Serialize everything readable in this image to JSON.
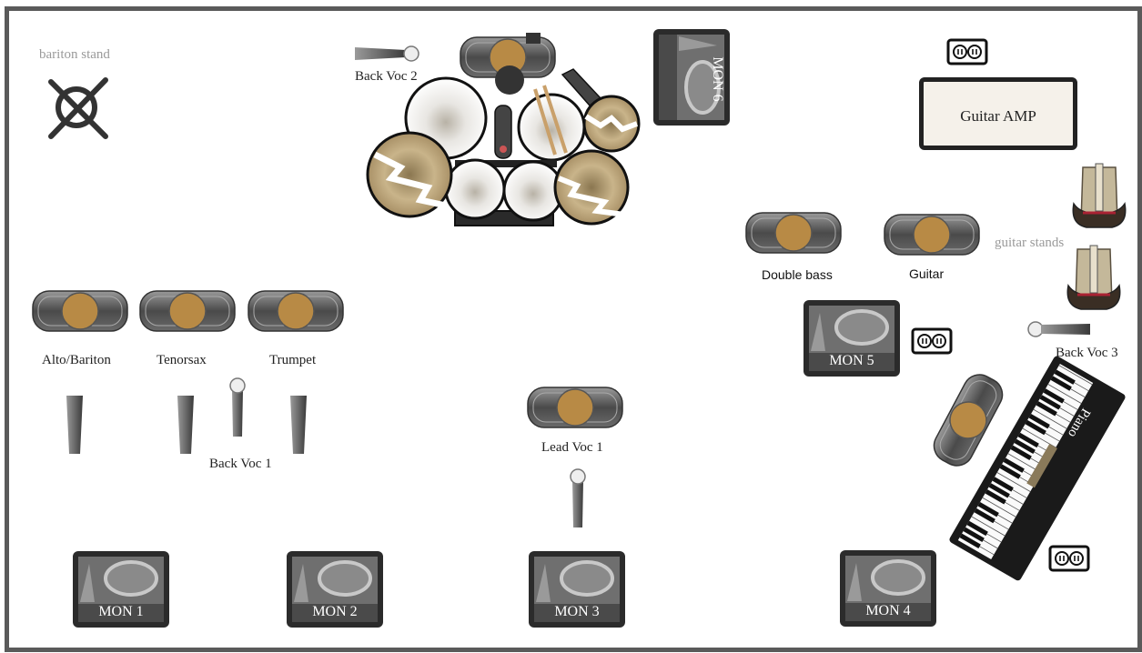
{
  "labels": {
    "bariton_stand": "bariton stand",
    "back_voc_2": "Back Voc 2",
    "back_voc_1": "Back Voc 1",
    "back_voc_3": "Back Voc 3",
    "alto_bariton": "Alto/Bariton",
    "tenorsax": "Tenorsax",
    "trumpet": "Trumpet",
    "lead_voc_1": "Lead Voc 1",
    "double_bass": "Double bass",
    "guitar": "Guitar",
    "guitar_stands": "guitar stands",
    "guitar_amp": "Guitar AMP",
    "piano": "Piano"
  },
  "monitors": {
    "mon1": "MON 1",
    "mon2": "MON 2",
    "mon3": "MON 3",
    "mon4": "MON 4",
    "mon5": "MON 5",
    "mon6": "MON 6"
  },
  "colors": {
    "frame": "#5a5a5a",
    "seat_ring": "#6c6c6c",
    "seat_center": "#b88a45",
    "monitor_body": "#2b2b2b",
    "monitor_screen": "#777777",
    "amp_bg": "#f5f1ea",
    "cymbal": "#b9a47c"
  }
}
